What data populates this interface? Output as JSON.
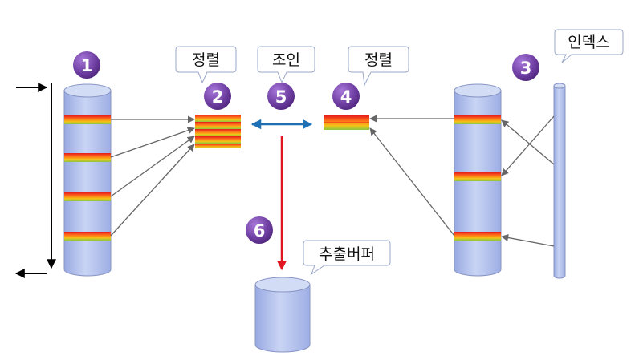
{
  "labels": {
    "sort_left": "정렬",
    "join": "조인",
    "sort_right": "정렬",
    "index": "인덱스",
    "output_buffer": "추출버퍼"
  },
  "steps": [
    "1",
    "2",
    "3",
    "4",
    "5",
    "6"
  ],
  "colors": {
    "cylinder_body": "#b9c6ee",
    "cylinder_top": "#d3dcf5",
    "cylinder_stroke": "#8895c4",
    "badge": "#6a3d9a",
    "join_arrow": "#1f6fb4",
    "output_arrow": "#e0151f",
    "access_arrow": "#666666",
    "scan_arrow": "#000000"
  }
}
